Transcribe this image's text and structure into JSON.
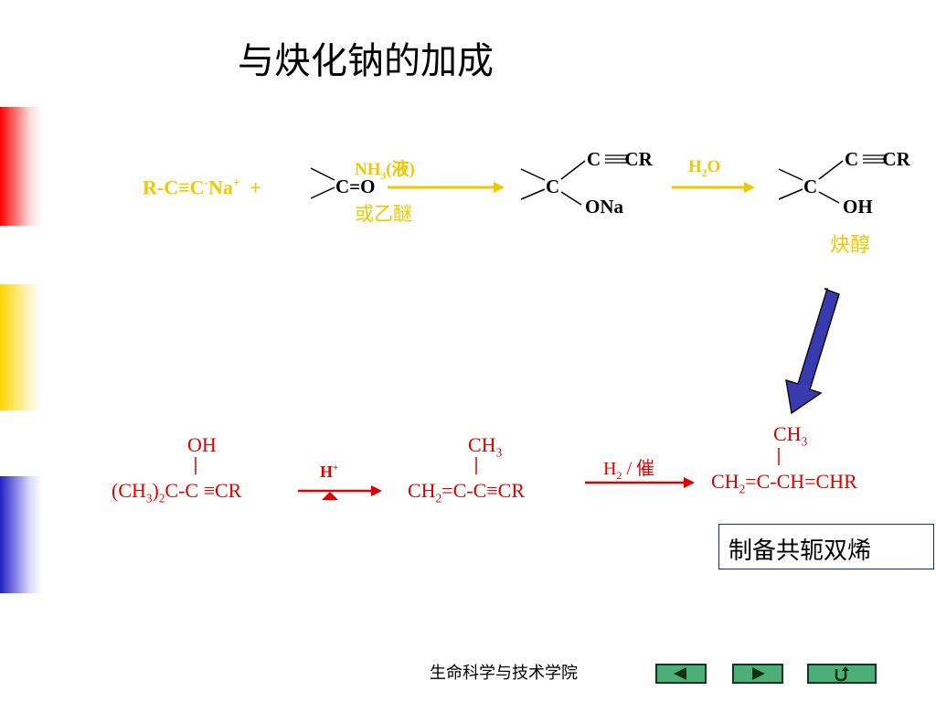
{
  "slide": {
    "title": "与炔化钠的加成"
  },
  "reaction1": {
    "reagent": "R-C≡C-Na+ +",
    "carbonyl": "C=O",
    "solvent_1": "NH3(液)",
    "solvent_2": "或乙醚",
    "intermediate_top": "C≡CR",
    "intermediate_center": "C",
    "intermediate_bottom": "ONa",
    "water": "H2O",
    "product_top": "C≡CR",
    "product_center": "C",
    "product_bottom": "OH",
    "product_name": "炔醇"
  },
  "reaction2": {
    "start_top": "OH",
    "start_main": "(CH3)2C-C≡CR",
    "acid": "H+",
    "mid_top": "CH3",
    "mid_main": "CH2=C-C≡CR",
    "catalyst": "H2 / 催",
    "end_top": "CH3",
    "end_main": "CH2=C-CH=CHR"
  },
  "box": {
    "label": "制备共轭双烯"
  },
  "footer": {
    "text": "生命科学与技术学院"
  },
  "nav": {
    "prev": "prev-icon",
    "next": "next-icon",
    "return": "return-icon"
  },
  "colors": {
    "yellow": "#f0c800",
    "red": "#e00000",
    "arrow_blue": "#3a3ab0",
    "nav_green": "#4caf7a"
  }
}
